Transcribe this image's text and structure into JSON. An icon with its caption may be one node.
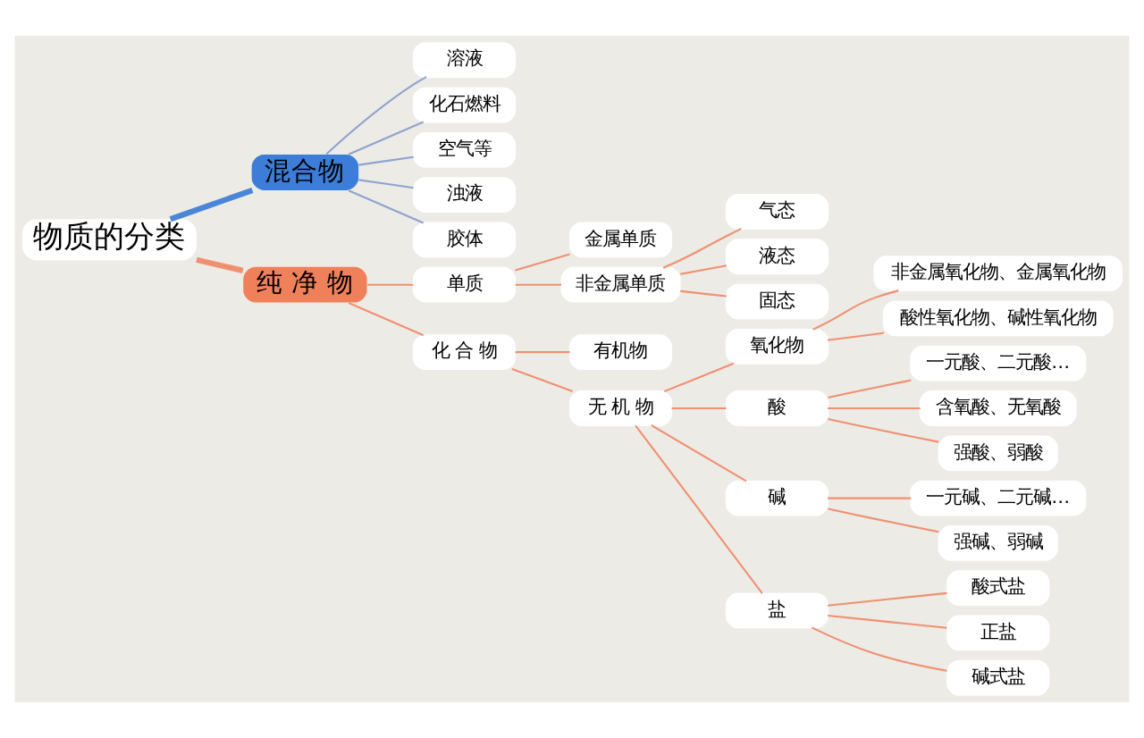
{
  "diagram": {
    "nodes": [
      {
        "text": [
          "物质的分类"
        ]
      },
      {
        "text": [
          "混合物"
        ]
      },
      {
        "text": [
          "溶液"
        ]
      },
      {
        "text": [
          "化石燃料"
        ]
      },
      {
        "text": [
          "空气等"
        ]
      },
      {
        "text": [
          "浊液"
        ]
      },
      {
        "text": [
          "胶体"
        ]
      },
      {
        "text": [
          "纯 净 物"
        ]
      },
      {
        "text": [
          "单质"
        ]
      },
      {
        "text": [
          "金属单质"
        ]
      },
      {
        "text": [
          "非金属单质"
        ]
      },
      {
        "text": [
          "气态"
        ]
      },
      {
        "text": [
          "液态"
        ]
      },
      {
        "text": [
          "固态"
        ]
      },
      {
        "text": [
          "化 合 物"
        ]
      },
      {
        "text": [
          "有机物"
        ]
      },
      {
        "text": [
          "无 机 物"
        ]
      },
      {
        "text": [
          "氧化物"
        ]
      },
      {
        "text": [
          "非金属氧化物、金属氧化物"
        ]
      },
      {
        "text": [
          "酸性氧化物、碱性氧化物"
        ]
      },
      {
        "text": [
          "酸"
        ]
      },
      {
        "text": [
          "一元酸、二元酸…"
        ]
      },
      {
        "text": [
          "含氧酸、无氧酸"
        ]
      },
      {
        "text": [
          "强酸、弱酸"
        ]
      },
      {
        "text": [
          "碱"
        ]
      },
      {
        "text": [
          "一元碱、二元碱…"
        ]
      },
      {
        "text": [
          "强碱、弱碱"
        ]
      },
      {
        "text": [
          "盐"
        ]
      },
      {
        "text": [
          "酸式盐"
        ]
      },
      {
        "text": [
          "正盐"
        ]
      },
      {
        "text": [
          "碱式盐"
        ]
      }
    ],
    "edges": [
      {
        "from": 0,
        "to": 1,
        "arrow": "none",
        "style": "thick",
        "color": "#4a86d8"
      },
      {
        "from": 1,
        "to": 2,
        "arrow": "none",
        "color": "#8fa3cf"
      },
      {
        "from": 1,
        "to": 3,
        "arrow": "none",
        "color": "#8fa3cf"
      },
      {
        "from": 1,
        "to": 4,
        "arrow": "none",
        "color": "#8fa3cf"
      },
      {
        "from": 1,
        "to": 5,
        "arrow": "none",
        "color": "#8fa3cf"
      },
      {
        "from": 1,
        "to": 6,
        "arrow": "none",
        "color": "#8fa3cf"
      },
      {
        "from": 0,
        "to": 7,
        "arrow": "none",
        "style": "thick"
      },
      {
        "from": 7,
        "to": 8,
        "arrow": "none"
      },
      {
        "from": 8,
        "to": 9,
        "arrow": "none"
      },
      {
        "from": 8,
        "to": 10,
        "arrow": "none"
      },
      {
        "from": 10,
        "to": 11,
        "arrow": "none"
      },
      {
        "from": 10,
        "to": 12,
        "arrow": "none"
      },
      {
        "from": 10,
        "to": 13,
        "arrow": "none"
      },
      {
        "from": 7,
        "to": 14,
        "arrow": "none"
      },
      {
        "from": 14,
        "to": 15,
        "arrow": "none"
      },
      {
        "from": 14,
        "to": 16,
        "arrow": "none"
      },
      {
        "from": 16,
        "to": 17,
        "arrow": "none"
      },
      {
        "from": 17,
        "to": 18,
        "arrow": "none"
      },
      {
        "from": 17,
        "to": 19,
        "arrow": "none"
      },
      {
        "from": 16,
        "to": 20,
        "arrow": "none"
      },
      {
        "from": 20,
        "to": 21,
        "arrow": "none"
      },
      {
        "from": 20,
        "to": 22,
        "arrow": "none"
      },
      {
        "from": 20,
        "to": 23,
        "arrow": "none"
      },
      {
        "from": 16,
        "to": 24,
        "arrow": "none"
      },
      {
        "from": 24,
        "to": 25,
        "arrow": "none"
      },
      {
        "from": 24,
        "to": 26,
        "arrow": "none"
      },
      {
        "from": 16,
        "to": 27,
        "arrow": "none"
      },
      {
        "from": 27,
        "to": 28,
        "arrow": "none"
      },
      {
        "from": 27,
        "to": 29,
        "arrow": "none"
      },
      {
        "from": 27,
        "to": 30,
        "arrow": "none"
      }
    ]
  }
}
